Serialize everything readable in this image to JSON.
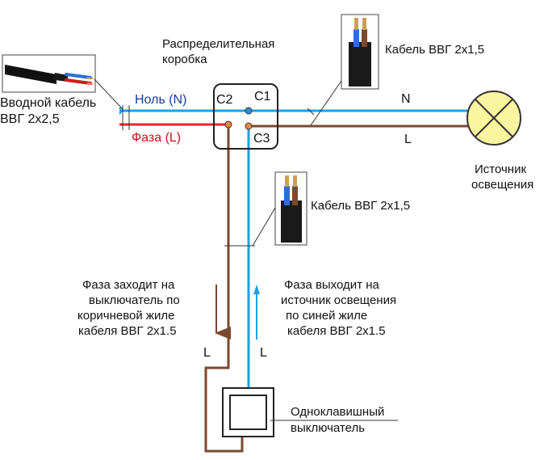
{
  "labels": {
    "input_cable": [
      "Вводной кабель",
      "ВВГ 2х2,5"
    ],
    "neutral": "Ноль (N)",
    "phase": "Фаза (L)",
    "junction_box": [
      "Распределительная",
      "коробка"
    ],
    "c1": "С1",
    "c2": "С2",
    "c3": "С3",
    "cable_top": "Кабель ВВГ 2х1,5",
    "cable_mid": "Кабель ВВГ 2х1,5",
    "n_top": "N",
    "l_top": "L",
    "light_source": [
      "Источник",
      "освещения"
    ],
    "phase_in": [
      "Фаза заходит на",
      "выключатель по",
      "коричневой жиле",
      "кабеля ВВГ 2х1.5"
    ],
    "phase_out": [
      "Фаза выходит на",
      "источник освещения",
      "по синей жиле",
      "кабеля ВВГ 2х1.5"
    ],
    "l_down": "L",
    "l_up": "L",
    "switch": [
      "Одноклавишный",
      "выключатель"
    ]
  },
  "colors": {
    "neutral_wire": "#1ea0e0",
    "phase_wire": "#e0262f",
    "brown_wire": "#7a4a30",
    "lamp_fill": "#fbf5a0",
    "terminal_fill": "#e88a3c"
  },
  "icons": [
    "cable-photo-icon",
    "lamp-icon",
    "switch-icon",
    "arrow-down-icon",
    "arrow-up-icon"
  ]
}
